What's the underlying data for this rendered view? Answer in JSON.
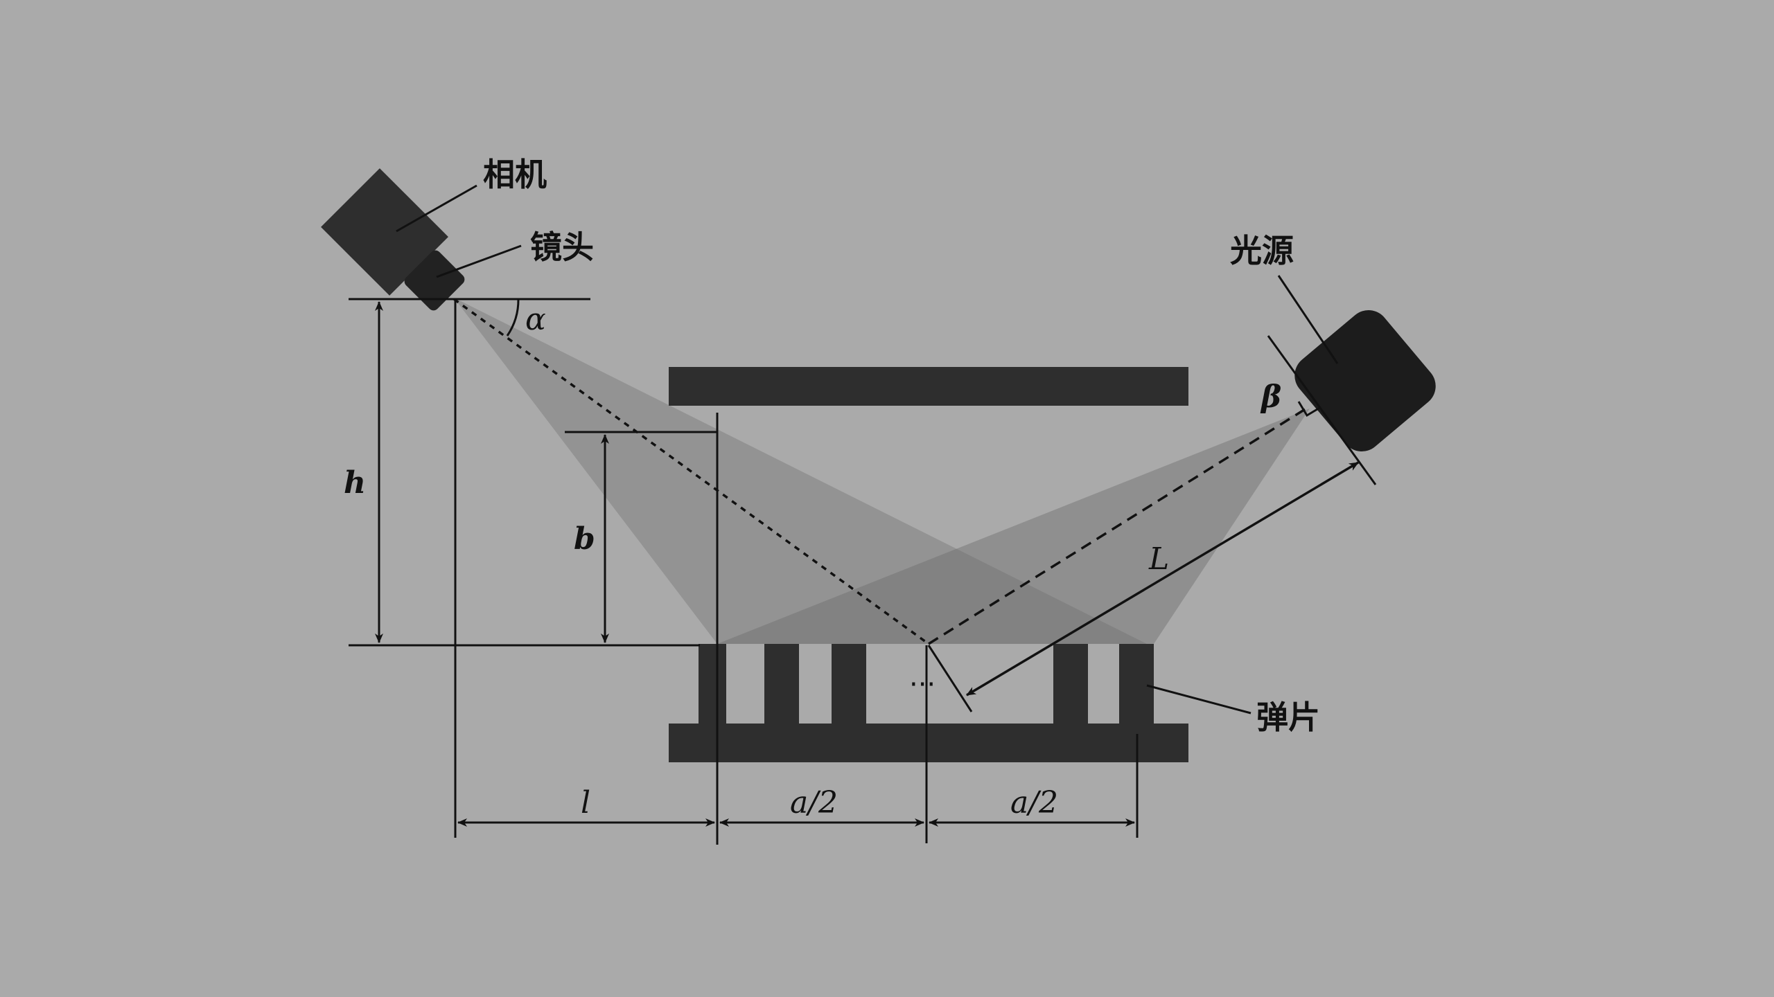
{
  "labels": {
    "camera": "相机",
    "lens": "镜头",
    "light_source": "光源",
    "spring": "弹片",
    "alpha": "α",
    "beta": "β",
    "h": "h",
    "b": "b",
    "L": "L",
    "l": "l",
    "a_half_left": "a/2",
    "a_half_right": "a/2",
    "ellipsis": "···"
  },
  "colors": {
    "background": "#aaaaaa",
    "device": "#2e2e2e",
    "line": "#111111",
    "beam": "#7a7a7a"
  }
}
